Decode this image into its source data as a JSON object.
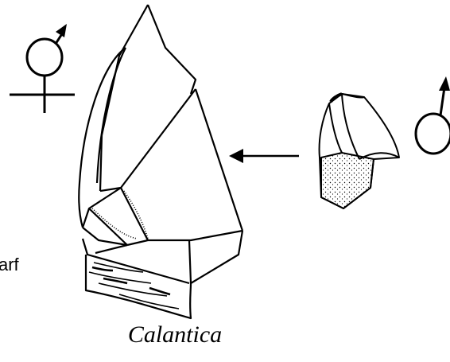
{
  "caption": "Calantica",
  "edge_text": [
    "",
    "arf"
  ],
  "symbols": [
    {
      "name": "hermaphrodite-symbol",
      "meaning": "hermaphrodite"
    },
    {
      "name": "male-symbol",
      "meaning": "male"
    }
  ],
  "colors": {
    "ink": "#000000",
    "background": "#ffffff"
  }
}
